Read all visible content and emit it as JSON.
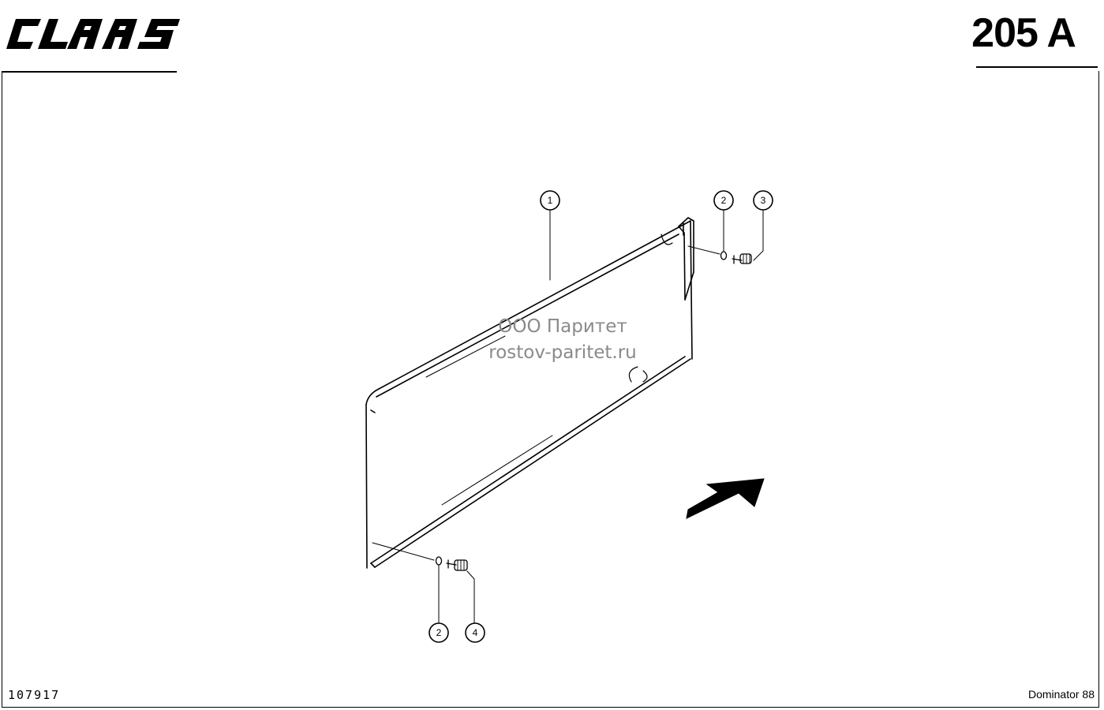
{
  "header": {
    "brand_logo_text": "CLAAS",
    "page_code": "205 A"
  },
  "footer": {
    "drawing_number": "107917",
    "model_name": "Dominator 88"
  },
  "watermark": {
    "line1": "ООО Паритет",
    "line2": "rostov-paritet.ru"
  },
  "callouts": [
    {
      "id": "callout-part-1",
      "label": "1"
    },
    {
      "id": "callout-part-2-top",
      "label": "2"
    },
    {
      "id": "callout-part-3",
      "label": "3"
    },
    {
      "id": "callout-part-2-bottom",
      "label": "2"
    },
    {
      "id": "callout-part-4",
      "label": "4"
    }
  ],
  "icons": {
    "direction_arrow": "direction-arrow-icon"
  }
}
